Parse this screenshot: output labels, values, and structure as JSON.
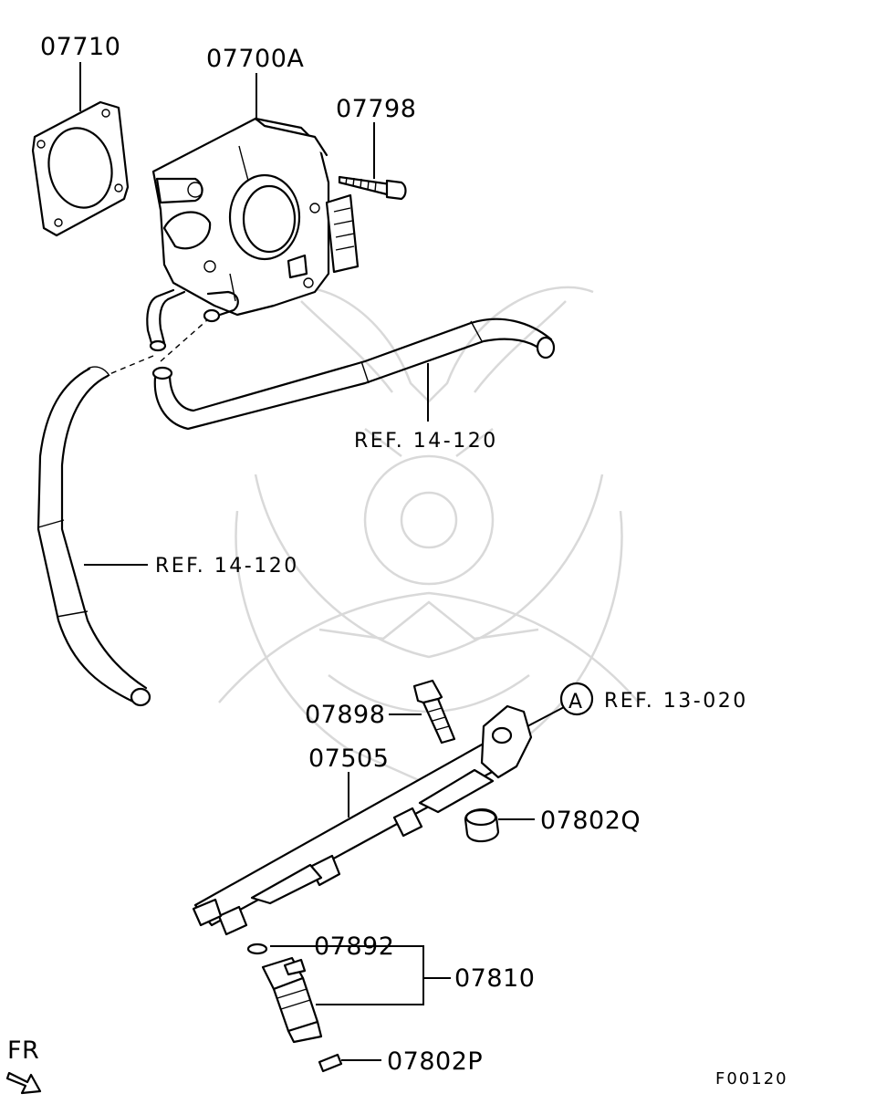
{
  "diagram": {
    "parts": {
      "gasket": "07710",
      "throttle_body": "07700A",
      "throttle_bolt": "07798",
      "bolt_rail": "07898",
      "fuel_rail": "07505",
      "insulator": "07802Q",
      "oring": "07892",
      "injector": "07810",
      "seal": "07802P"
    },
    "references": {
      "hose_right": "REF. 14-120",
      "hose_left": "REF. 14-120",
      "rail_end": "REF. 13-020"
    },
    "callout_letter": "A",
    "direction_label": "FR",
    "figure_code": "F00120"
  }
}
